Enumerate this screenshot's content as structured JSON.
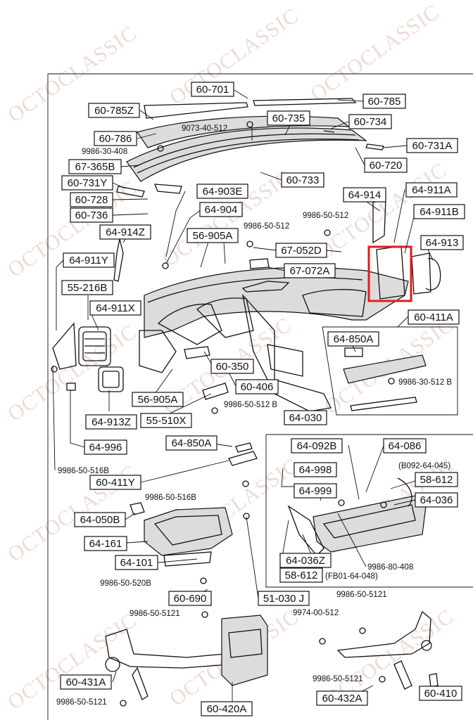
{
  "watermark": "OCTOCLASSIC",
  "highlight_color": "#e21b1b",
  "callouts": {
    "c60701": "60-701",
    "c60785": "60-785",
    "c60785z": "60-785Z",
    "c60735": "60-735",
    "c60734": "60-734",
    "c60786": "60-786",
    "c60731a": "60-731A",
    "c67365b": "67-365B",
    "c60720": "60-720",
    "c60731y": "60-731Y",
    "c60733": "60-733",
    "c60728": "60-728",
    "c60736": "60-736",
    "c64903e": "64-903E",
    "c64914": "64-914",
    "c64911a": "64-911A",
    "c64904": "64-904",
    "c64911b": "64-911B",
    "c64914z": "64-914Z",
    "c56905a": "56-905A",
    "c64913": "64-913",
    "c67052d": "67-052D",
    "c64911y": "64-911Y",
    "c67072a": "67-072A",
    "c55216b": "55-216B",
    "c64911x": "64-911X",
    "c60411a": "60-411A",
    "c64850a": "64-850A",
    "c60350": "60-350",
    "c60406": "60-406",
    "c56905a2": "56-905A",
    "c64913z": "64-913Z",
    "c55510x": "55-510X",
    "c64030": "64-030",
    "c64996": "64-996",
    "c64850a2": "64-850A",
    "c64092b": "64-092B",
    "c64086": "64-086",
    "c60411y": "60-411Y",
    "c64998": "64-998",
    "c58612": "58-612",
    "c64999": "64-999",
    "c64036": "64-036",
    "c64050b": "64-050B",
    "c64161": "64-161",
    "c64101": "64-101",
    "c64036z": "64-036Z",
    "c58612b": "58-612",
    "c60690": "60-690",
    "c51030j": "51-030 J",
    "c60431a": "60-431A",
    "c60420a": "60-420A",
    "c60432a": "60-432A",
    "c60410": "60-410"
  },
  "labels": {
    "l9073": "9073-40-512",
    "l998630408": "9986-30-408",
    "l998650512a": "9986-50-512",
    "l998650512b": "9986-50-512",
    "l998630512b": "9986-30-512 B",
    "l998650512b2": "9986-50-512 B",
    "l998650516b": "9986-50-516B",
    "l998650516b2": "9986-50-516B",
    "lb092": "(B092-64-045)",
    "l998680408": "9986-80-408",
    "l998650520b": "9986-50-520B",
    "lfb01": "(FB01-64-048)",
    "l998650512c": "9986-50-5121",
    "l998650512d": "9986-50-5121",
    "l997400512": "9974-00-512",
    "l998650512e": "9986-50-5121",
    "l998650512f": "9986-50-5121"
  }
}
